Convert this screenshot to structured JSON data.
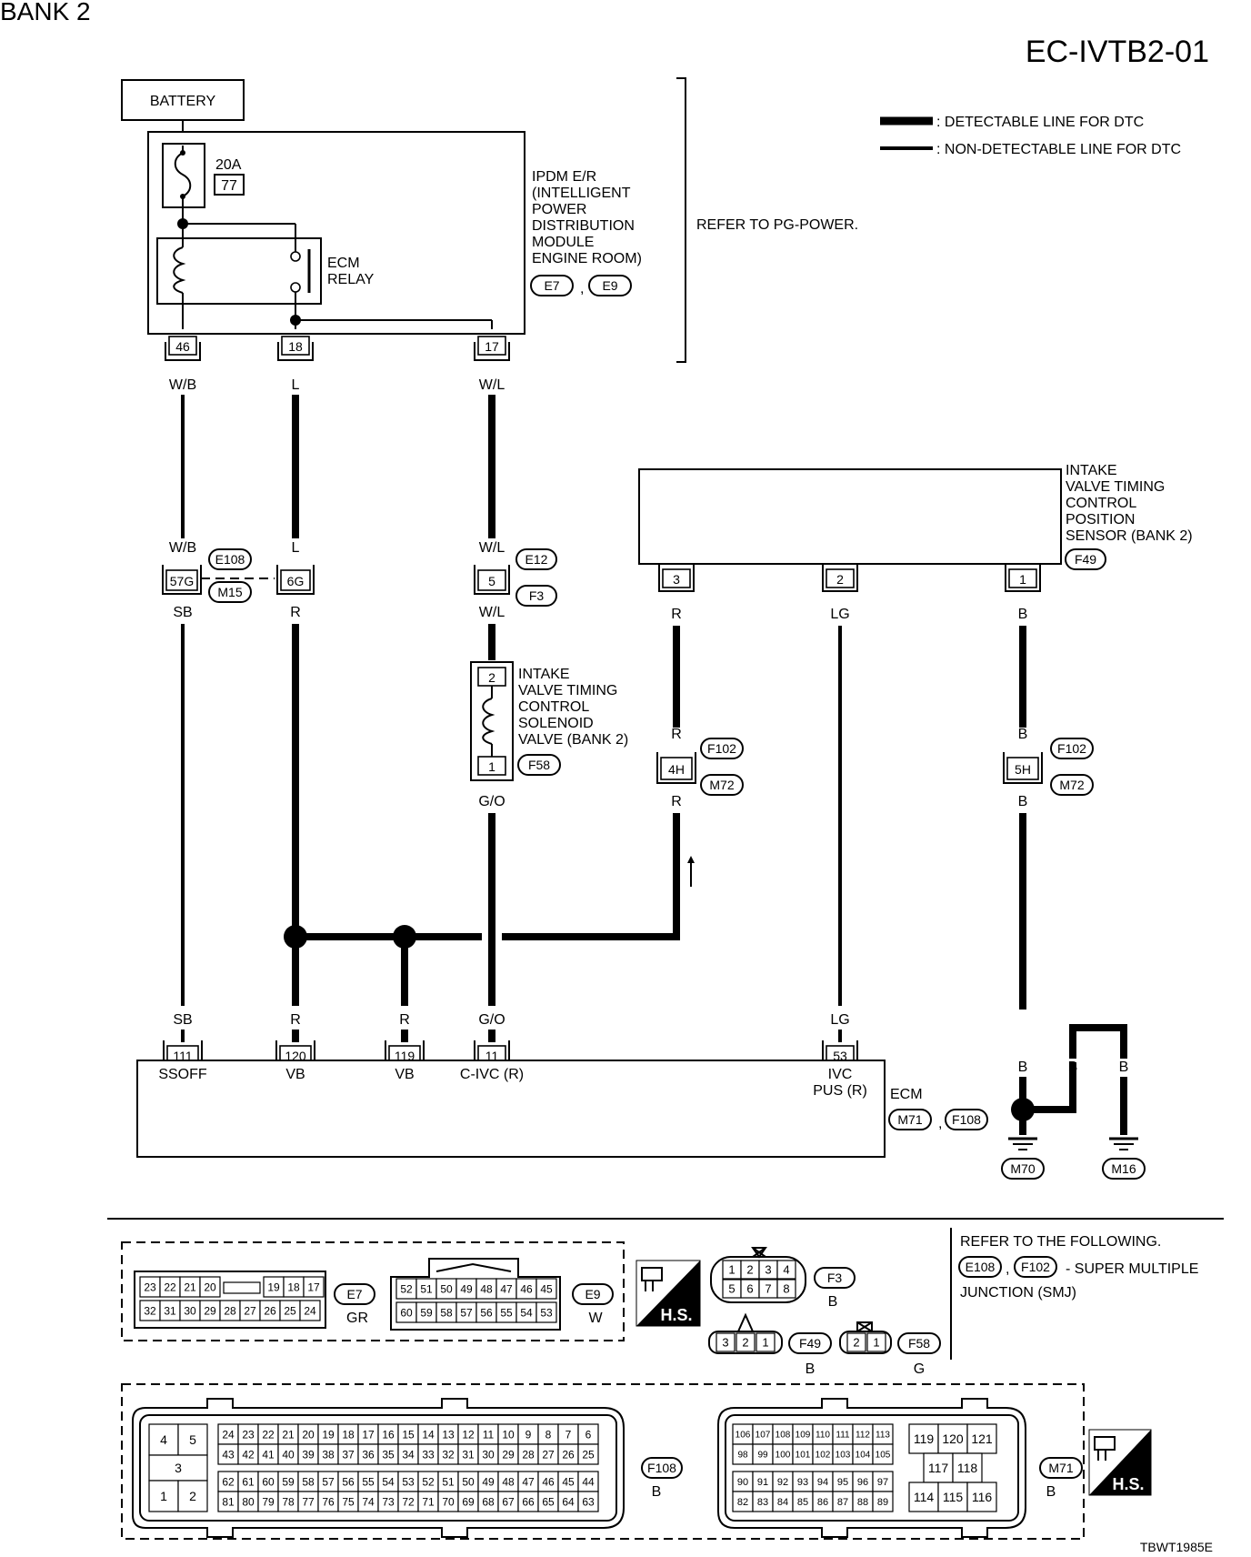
{
  "header": {
    "bank": "BANK 2",
    "code": "EC-IVTB2-01"
  },
  "legend": {
    "detectable": ": DETECTABLE LINE FOR DTC",
    "non_detectable": ": NON-DETECTABLE LINE FOR DTC"
  },
  "battery": "BATTERY",
  "ipdm": {
    "fuse_amp": "20A",
    "fuse_num": "77",
    "relay_line1": "ECM",
    "relay_line2": "RELAY",
    "lines": [
      "IPDM E/R",
      "(INTELLIGENT",
      " POWER",
      " DISTRIBUTION",
      " MODULE",
      " ENGINE ROOM)"
    ],
    "conn1": "E7",
    "conn2": "E9",
    "pins": [
      "46",
      "18",
      "17"
    ]
  },
  "refer_power": "REFER TO PG-POWER.",
  "wires_top": [
    "W/B",
    "L",
    "W/L"
  ],
  "junction": {
    "left": {
      "upper": "W/B",
      "pin": "57G",
      "lower": "SB",
      "c1": "E108",
      "c2": "M15"
    },
    "mid": {
      "upper": "L",
      "pin": "6G",
      "lower": "R"
    },
    "right": {
      "upper": "W/L",
      "pin": "5",
      "lower": "W/L",
      "c1": "E12",
      "c2": "F3"
    }
  },
  "solenoid": {
    "lines": [
      "INTAKE",
      "VALVE TIMING",
      "CONTROL",
      "SOLENOID",
      "VALVE (BANK 2)"
    ],
    "pin_top": "2",
    "pin_bottom": "1",
    "conn": "F58",
    "wire_below": "G/O"
  },
  "sensor": {
    "lines": [
      "INTAKE",
      "VALVE TIMING",
      "CONTROL",
      "POSITION",
      "SENSOR (BANK 2)"
    ],
    "conn": "F49",
    "pins": [
      "3",
      "2",
      "1"
    ],
    "wires": [
      "R",
      "LG",
      "B"
    ]
  },
  "smj_left": {
    "upper": "R",
    "pin": "4H",
    "lower": "R",
    "c1": "F102",
    "c2": "M72"
  },
  "smj_right": {
    "upper": "B",
    "pin": "5H",
    "lower": "B",
    "c1": "F102",
    "c2": "M72"
  },
  "ecm": {
    "title": "ECM",
    "conn1": "M71",
    "conn2": "F108",
    "pins": [
      {
        "wire": "SB",
        "pin": "111",
        "label": "SSOFF"
      },
      {
        "wire": "R",
        "pin": "120",
        "label": "VB"
      },
      {
        "wire": "R",
        "pin": "119",
        "label": "VB"
      },
      {
        "wire": "G/O",
        "pin": "11",
        "label": "C-IVC (R)"
      },
      {
        "wire": "LG",
        "pin": "53",
        "label": "IVC",
        "label2": "PUS (R)"
      }
    ]
  },
  "ground": {
    "wires": [
      "B",
      "B",
      "B"
    ],
    "g1": "M70",
    "g2": "M16"
  },
  "refer": {
    "line1": "REFER TO THE FOLLOWING.",
    "c1": "E108",
    "c2": "F102",
    "text": "- SUPER MULTIPLE",
    "line3": "JUNCTION (SMJ)"
  },
  "connectors": {
    "e7": {
      "name": "E7",
      "color": "GR",
      "row1": [
        "23",
        "22",
        "21",
        "20",
        "",
        "19",
        "18",
        "17"
      ],
      "row2": [
        "32",
        "31",
        "30",
        "29",
        "28",
        "27",
        "26",
        "25",
        "24"
      ]
    },
    "e9": {
      "name": "E9",
      "color": "W",
      "row1": [
        "52",
        "51",
        "50",
        "49",
        "48",
        "47",
        "46",
        "45"
      ],
      "row2": [
        "60",
        "59",
        "58",
        "57",
        "56",
        "55",
        "54",
        "53"
      ]
    },
    "hs": "H.S.",
    "f3": {
      "name": "F3",
      "color": "B",
      "row1": [
        "1",
        "2",
        "3",
        "4"
      ],
      "row2": [
        "5",
        "6",
        "7",
        "8"
      ]
    },
    "f49": {
      "name": "F49",
      "color": "B",
      "pins": [
        "3",
        "2",
        "1"
      ]
    },
    "f58": {
      "name": "F58",
      "color": "G",
      "pins": [
        "2",
        "1"
      ]
    },
    "f108": {
      "name": "F108",
      "color": "B",
      "left": [
        "4",
        "5",
        "3",
        "1",
        "2"
      ],
      "row1": [
        "24",
        "23",
        "22",
        "21",
        "20",
        "19",
        "18",
        "17",
        "16",
        "15",
        "14",
        "13",
        "12",
        "11",
        "10",
        "9",
        "8",
        "7",
        "6"
      ],
      "row2": [
        "43",
        "42",
        "41",
        "40",
        "39",
        "38",
        "37",
        "36",
        "35",
        "34",
        "33",
        "32",
        "31",
        "30",
        "29",
        "28",
        "27",
        "26",
        "25"
      ],
      "row3": [
        "62",
        "61",
        "60",
        "59",
        "58",
        "57",
        "56",
        "55",
        "54",
        "53",
        "52",
        "51",
        "50",
        "49",
        "48",
        "47",
        "46",
        "45",
        "44"
      ],
      "row4": [
        "81",
        "80",
        "79",
        "78",
        "77",
        "76",
        "75",
        "74",
        "73",
        "72",
        "71",
        "70",
        "69",
        "68",
        "67",
        "66",
        "65",
        "64",
        "63"
      ]
    },
    "m71": {
      "name": "M71",
      "color": "B",
      "row1": [
        "106",
        "107",
        "108",
        "109",
        "110",
        "111",
        "112",
        "113"
      ],
      "row2": [
        "98",
        "99",
        "100",
        "101",
        "102",
        "103",
        "104",
        "105"
      ],
      "row3": [
        "90",
        "91",
        "92",
        "93",
        "94",
        "95",
        "96",
        "97"
      ],
      "row4": [
        "82",
        "83",
        "84",
        "85",
        "86",
        "87",
        "88",
        "89"
      ],
      "right1": [
        "119",
        "120",
        "121"
      ],
      "right2": [
        "117",
        "118"
      ],
      "right3": [
        "114",
        "115",
        "116"
      ]
    }
  },
  "figure_code": "TBWT1985E"
}
